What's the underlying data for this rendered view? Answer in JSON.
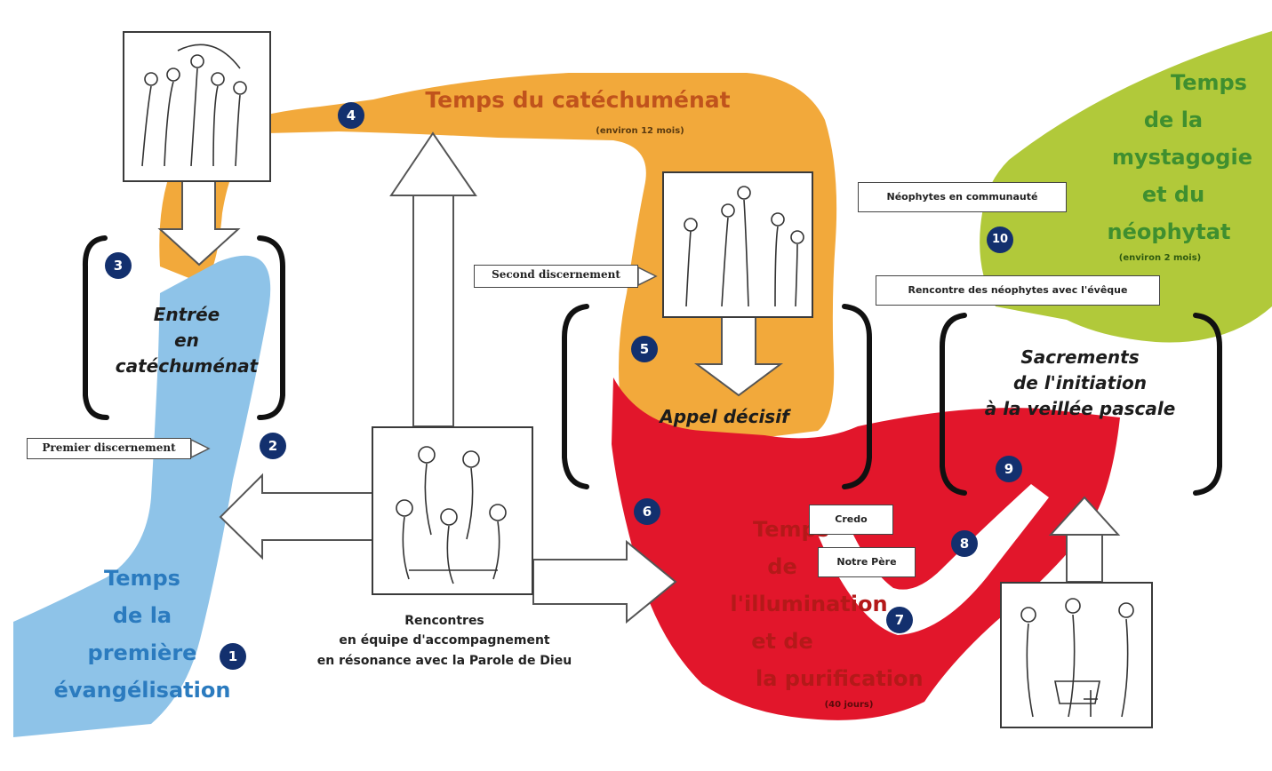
{
  "periods": {
    "evangelisation": {
      "lines": [
        "Temps",
        "de la",
        "première",
        "évangélisation"
      ]
    },
    "catechumenat": {
      "title": "Temps du catéchuménat",
      "duration": "(environ 12 mois)"
    },
    "illumination": {
      "lines": [
        "Temps",
        "de",
        "l'illumination",
        "et de",
        "la purification"
      ],
      "duration": "(40 jours)"
    },
    "mystagogie": {
      "lines": [
        "Temps",
        "de la",
        "mystagogie",
        "et du",
        "néophytat"
      ],
      "duration": "(environ 2 mois)"
    }
  },
  "stages": {
    "entree": [
      "Entrée",
      "en",
      "catéchuménat"
    ],
    "appel": [
      "Appel décisif"
    ],
    "sacrements": [
      "Sacrements",
      "de l'initiation",
      "à la veillée pascale"
    ]
  },
  "boxes": {
    "premier_discernement": "Premier discernement",
    "second_discernement": "Second discernement",
    "credo": "Credo",
    "notre_pere": "Notre Père",
    "neophytes_communaute": "Néophytes en communauté",
    "rencontre_neophytes": "Rencontre des néophytes avec l'évêque"
  },
  "caption": [
    "Rencontres",
    "en équipe d'accompagnement",
    "en résonance avec la Parole de Dieu"
  ],
  "markers": [
    "1",
    "2",
    "3",
    "4",
    "5",
    "6",
    "7",
    "8",
    "9",
    "10"
  ],
  "colors": {
    "blue": "#8ec3e8",
    "orange": "#f2a93b",
    "red": "#e2162b",
    "green": "#b1c93a",
    "marker": "#13306e"
  }
}
